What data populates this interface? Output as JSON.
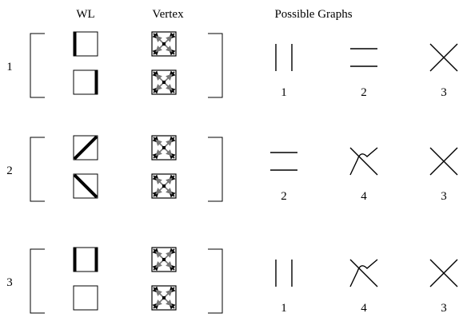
{
  "headers": {
    "wl": "WL",
    "vertex": "Vertex",
    "graphs": "Possible Graphs"
  },
  "rows": [
    {
      "label": "1",
      "wl": [
        "bar-left",
        "bar-right"
      ],
      "vertex": [
        "split-top",
        "split-bottom"
      ],
      "graphs": [
        {
          "label": "1",
          "shape": "parallel-vertical"
        },
        {
          "label": "2",
          "shape": "parallel-horizontal"
        },
        {
          "label": "3",
          "shape": "crossing"
        }
      ]
    },
    {
      "label": "2",
      "wl": [
        "diagonal-up",
        "diagonal-down"
      ],
      "vertex": [
        "split-top",
        "split-bottom"
      ],
      "graphs": [
        {
          "label": "2",
          "shape": "parallel-horizontal"
        },
        {
          "label": "4",
          "shape": "avoided-crossing"
        },
        {
          "label": "3",
          "shape": "crossing"
        }
      ]
    },
    {
      "label": "3",
      "wl": [
        "bar-both",
        "empty"
      ],
      "vertex": [
        "split-top",
        "split-bottom"
      ],
      "graphs": [
        {
          "label": "1",
          "shape": "parallel-vertical"
        },
        {
          "label": "4",
          "shape": "avoided-crossing"
        },
        {
          "label": "3",
          "shape": "crossing"
        }
      ]
    }
  ],
  "colors": {
    "ink": "#000000",
    "arrow_dark": "#000000",
    "arrow_gray": "#777777"
  }
}
